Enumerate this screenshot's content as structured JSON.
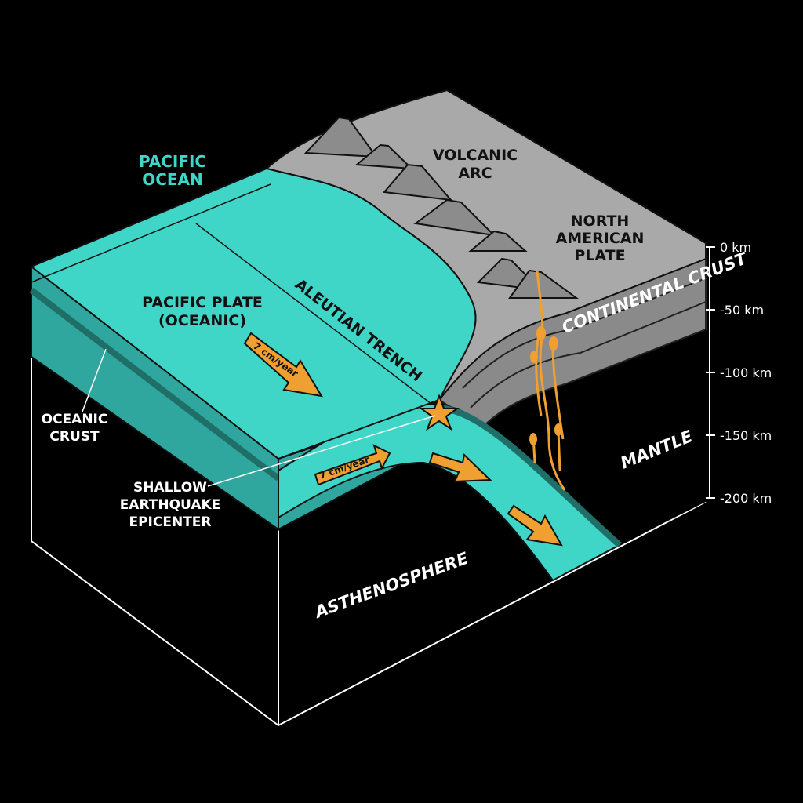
{
  "labels": {
    "pacific_ocean": [
      "PACIFIC",
      "OCEAN"
    ],
    "volcanic_arc": [
      "VOLCANIC",
      "ARC"
    ],
    "north_american_plate": [
      "NORTH",
      "AMERICAN",
      "PLATE"
    ],
    "continental_crust": "CONTINENTAL CRUST",
    "aleutian_trench": "ALEUTIAN TRENCH",
    "pacific_plate": [
      "PACIFIC PLATE",
      "(OCEANIC)"
    ],
    "oceanic_crust": [
      "OCEANIC",
      "CRUST"
    ],
    "shallow_earthquake": [
      "SHALLOW",
      "EARTHQUAKE",
      "EPICENTER"
    ],
    "mantle": "MANTLE",
    "asthenosphere": "ASTHENOSPHERE",
    "rate_surface": "7 cm/year",
    "rate_side": "7 cm/year"
  },
  "depth_scale": [
    "0 km",
    "-50 km",
    "-100 km",
    "-150 km",
    "-200 km"
  ],
  "colors": {
    "ocean": "#3fd6c8",
    "ocean_side": "#2fa79e",
    "crust_dark": "#1f6f68",
    "land": "#a9a9a9",
    "land_dark": "#7a7a7a",
    "magma": "#f0a030",
    "arrow": "#f0a030"
  }
}
